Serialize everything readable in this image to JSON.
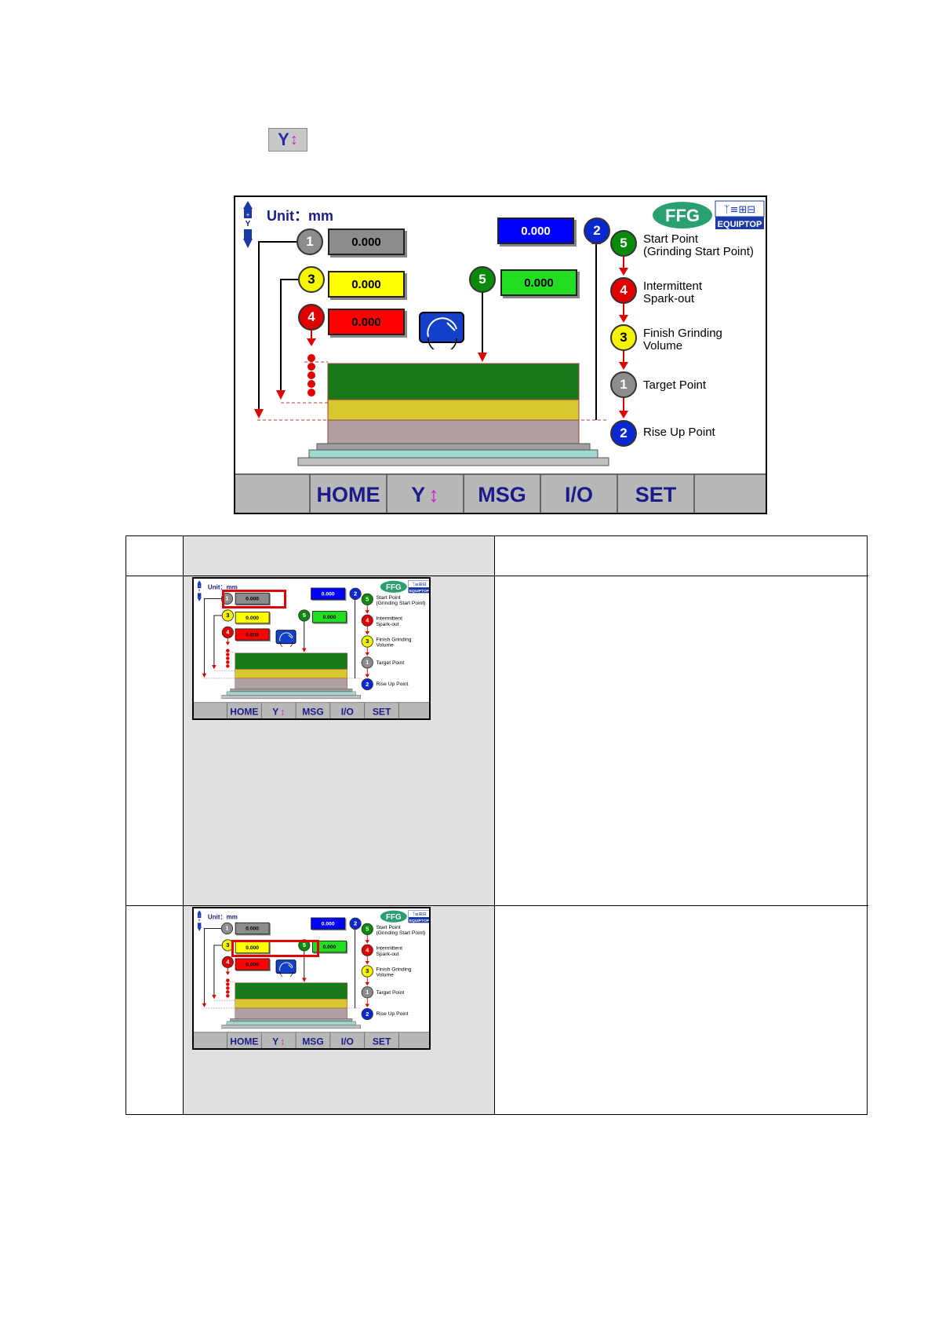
{
  "header_button": {
    "label": "Y",
    "arrow": "↕"
  },
  "screen": {
    "unit_label": "Unit：mm",
    "logo": {
      "brand": "FFG",
      "sub": "EQUIPTOP"
    },
    "points": [
      {
        "num": "1",
        "value": "0.000",
        "color": "#8c8c8c"
      },
      {
        "num": "3",
        "value": "0.000",
        "color": "#ffff00"
      },
      {
        "num": "4",
        "value": "0.000",
        "color": "#ff0000"
      },
      {
        "num": "5",
        "value": "0.000",
        "color": "#22dd22"
      },
      {
        "num": "2",
        "value": "0.000",
        "color": "#0000ff"
      }
    ],
    "legend": [
      {
        "num": "5",
        "color": "#0a8a0a",
        "text": "Start Point",
        "text2": "(Grinding Start Point)"
      },
      {
        "num": "4",
        "color": "#e00000",
        "text": "Intermittent",
        "text2": "Spark-out"
      },
      {
        "num": "3",
        "color": "#f5f500",
        "text": "Finish Grinding",
        "text2": "Volume"
      },
      {
        "num": "1",
        "color": "#8c8c8c",
        "text": "Target Point",
        "text2": ""
      },
      {
        "num": "2",
        "color": "#0a28d0",
        "text": "Rise Up Point",
        "text2": ""
      }
    ],
    "toolbar": [
      "HOME",
      "Y",
      "MSG",
      "I/O",
      "SET"
    ],
    "toolbar_arrow": "↕"
  },
  "colors": {
    "workpiece_green": "#1a7a1a",
    "workpiece_yellow": "#d8c830",
    "workpiece_gray": "#b0a0a0",
    "table_teal": "#a0d8d0"
  }
}
